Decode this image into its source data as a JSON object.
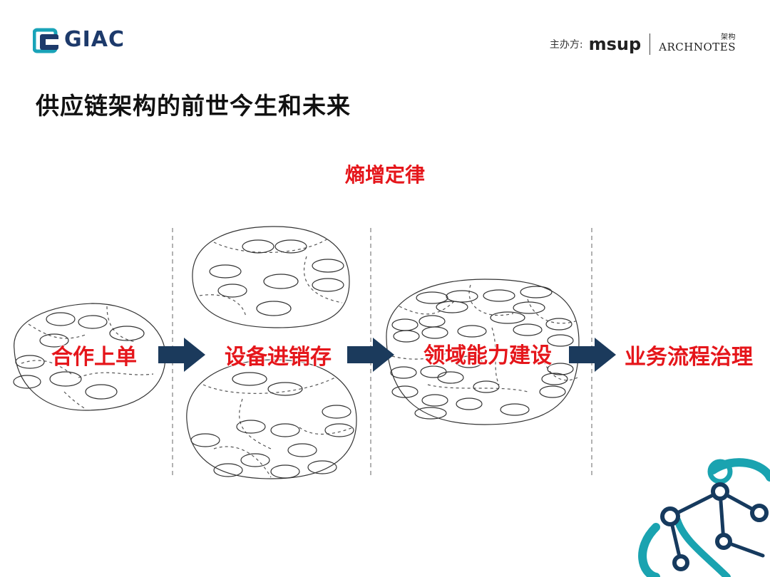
{
  "header": {
    "logo_text": "GIAC",
    "organizer_label": "主办方:",
    "organizer_msup": "msup",
    "organizer_archnotes": "ARCHNOTES",
    "organizer_archnotes_cn": "架构"
  },
  "page_title": "供应链架构的前世今生和未来",
  "concept_title": "熵增定律",
  "stages": [
    "合作上单",
    "设备进销存",
    "领域能力建设",
    "业务流程治理"
  ],
  "colors": {
    "accent_red": "#e5161b",
    "arrow_navy": "#1b3a5c",
    "logo_navy": "#1d3a6b",
    "molecule_teal": "#1aa3b0",
    "molecule_navy": "#163a5e"
  },
  "icons": [
    "logo-icon",
    "right-arrow-icon",
    "molecule-decoration-icon"
  ]
}
